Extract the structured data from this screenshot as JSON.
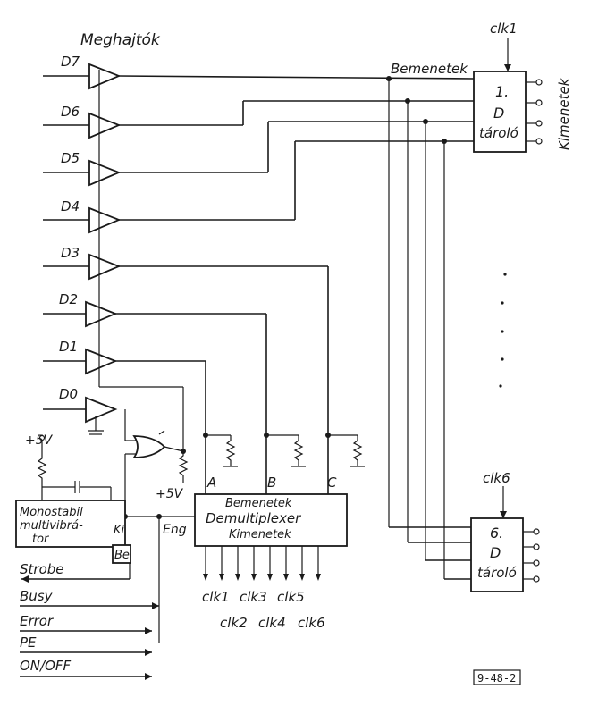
{
  "title": "Meghajtók",
  "drivers": [
    "D7",
    "D6",
    "D5",
    "D4",
    "D3",
    "D2",
    "D1",
    "D0"
  ],
  "latch_inputs_label": "Bemenetek",
  "latch_outputs_label": "Kimenetek",
  "latch1": {
    "clock": "clk1",
    "line1": "1.",
    "line2": "D",
    "line3": "tároló"
  },
  "latch6": {
    "clock": "clk6",
    "line1": "6.",
    "line2": "D",
    "line3": "tároló"
  },
  "supply1": "+5V",
  "supply2": "+5V",
  "monostable": {
    "line1": "Monostabil",
    "line2": "multivibrá-",
    "line3": "tor",
    "pin_ki": "Ki",
    "pin_be": "Be"
  },
  "demux": {
    "line1": "Bemenetek",
    "line2": "Demultiplexer",
    "line3": "Kimenetek",
    "pin_eng": "Eng",
    "pin_a": "A",
    "pin_b": "B",
    "pin_c": "C"
  },
  "clk_labels_top": [
    "clk1",
    "clk3",
    "clk5"
  ],
  "clk_labels_bottom": [
    "clk2",
    "clk4",
    "clk6"
  ],
  "signals": [
    "Strobe",
    "Busy",
    "Error",
    "PE",
    "ON/OFF"
  ],
  "figure_id": "9-48-2"
}
